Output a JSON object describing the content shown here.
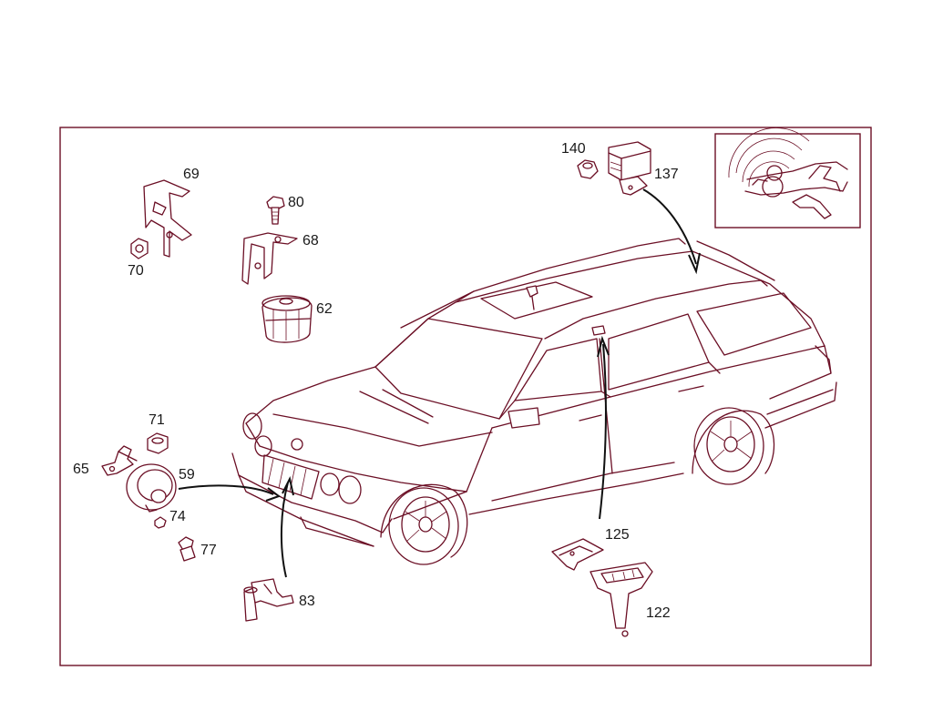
{
  "diagram": {
    "colors": {
      "line": "#6b0f25",
      "frame": "#6b0f25",
      "callout_arrow": "#111111",
      "label_text": "#1a1a1a"
    },
    "parts": [
      {
        "id": "p69",
        "label": "69",
        "name": "bracket"
      },
      {
        "id": "p70",
        "label": "70",
        "name": "nut"
      },
      {
        "id": "p80",
        "label": "80",
        "name": "bolt"
      },
      {
        "id": "p68",
        "label": "68",
        "name": "bracket"
      },
      {
        "id": "p62",
        "label": "62",
        "name": "siren"
      },
      {
        "id": "p140",
        "label": "140",
        "name": "nut"
      },
      {
        "id": "p137",
        "label": "137",
        "name": "control-unit"
      },
      {
        "id": "p71",
        "label": "71",
        "name": "nut"
      },
      {
        "id": "p65",
        "label": "65",
        "name": "bracket"
      },
      {
        "id": "p59",
        "label": "59",
        "name": "horn"
      },
      {
        "id": "p74",
        "label": "74",
        "name": "nut"
      },
      {
        "id": "p77",
        "label": "77",
        "name": "bolt"
      },
      {
        "id": "p83",
        "label": "83",
        "name": "sensor"
      },
      {
        "id": "p125",
        "label": "125",
        "name": "holder"
      },
      {
        "id": "p122",
        "label": "122",
        "name": "bracket"
      }
    ]
  }
}
